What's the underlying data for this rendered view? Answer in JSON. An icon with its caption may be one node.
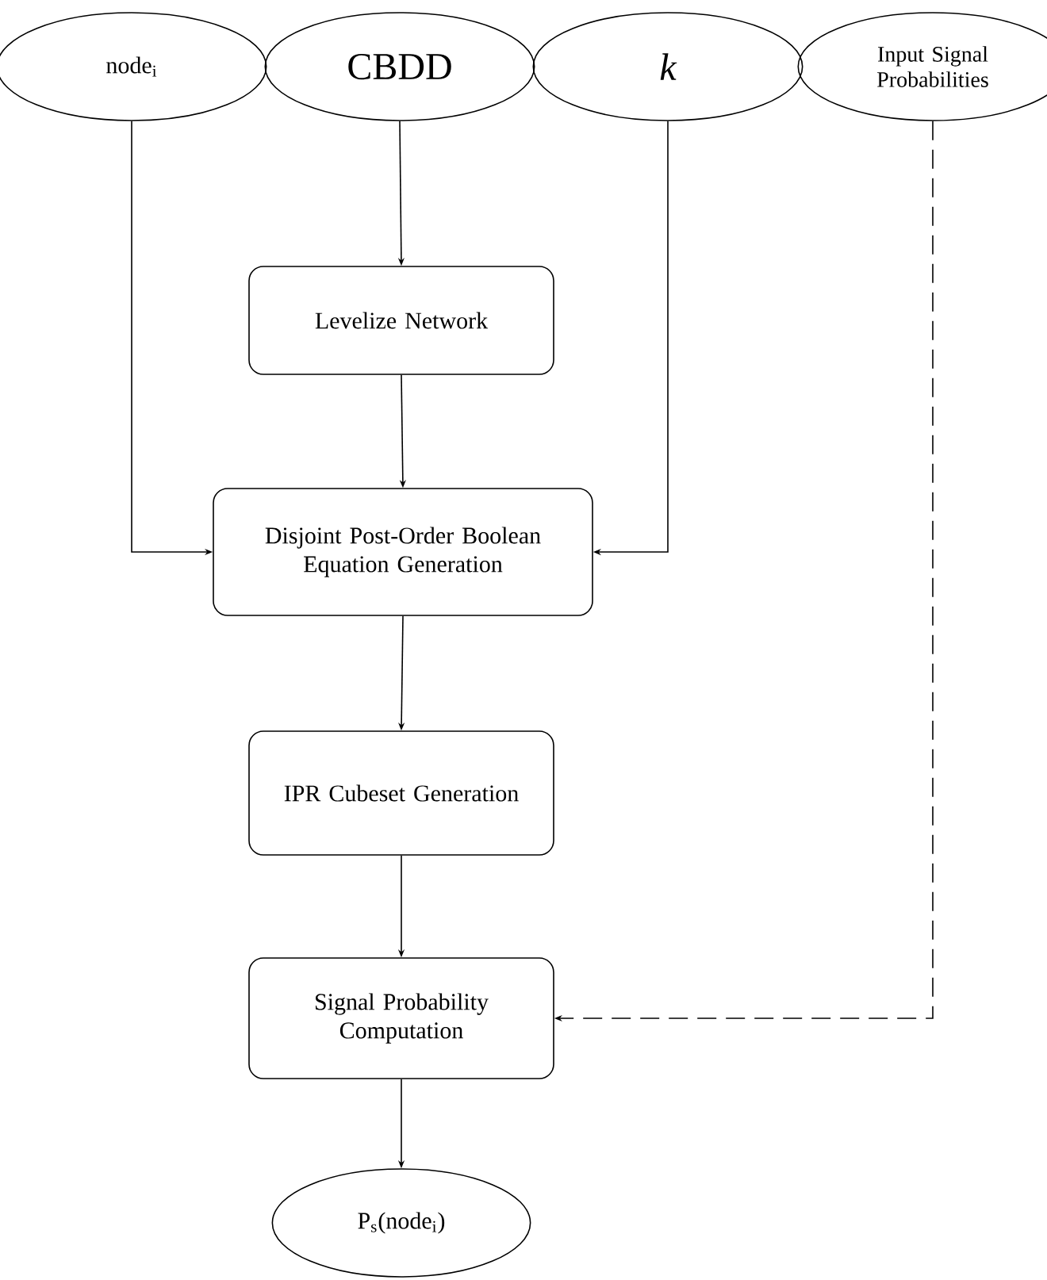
{
  "diagram": {
    "nodes": [
      {
        "text": [
          "node$_{i}$"
        ]
      },
      {
        "text": [
          "CBDD"
        ]
      },
      {
        "text": [
          "k"
        ]
      },
      {
        "text": [
          "Input Signal Probabilities"
        ]
      },
      {
        "text": [
          "Levelize Network"
        ]
      },
      {
        "text": [
          "Disjoint Post-Order Boolean Equation Generation"
        ]
      },
      {
        "text": [
          "IPR Cubeset Generation"
        ]
      },
      {
        "text": [
          "Signal Probability Computation"
        ]
      },
      {
        "text": [
          "P$_{s}$(node$_{i}$)"
        ]
      }
    ],
    "edges": [
      {
        "from": 0,
        "to": 5,
        "arrow": "to"
      },
      {
        "from": 1,
        "to": 4,
        "arrow": "to"
      },
      {
        "from": 2,
        "to": 5,
        "arrow": "to"
      },
      {
        "from": 4,
        "to": 5,
        "arrow": "to"
      },
      {
        "from": 5,
        "to": 6,
        "arrow": "to"
      },
      {
        "from": 6,
        "to": 7,
        "arrow": "to"
      },
      {
        "from": 3,
        "to": 7,
        "arrow": "to",
        "style": "dashed"
      },
      {
        "from": 7,
        "to": 8,
        "arrow": "to"
      }
    ]
  }
}
